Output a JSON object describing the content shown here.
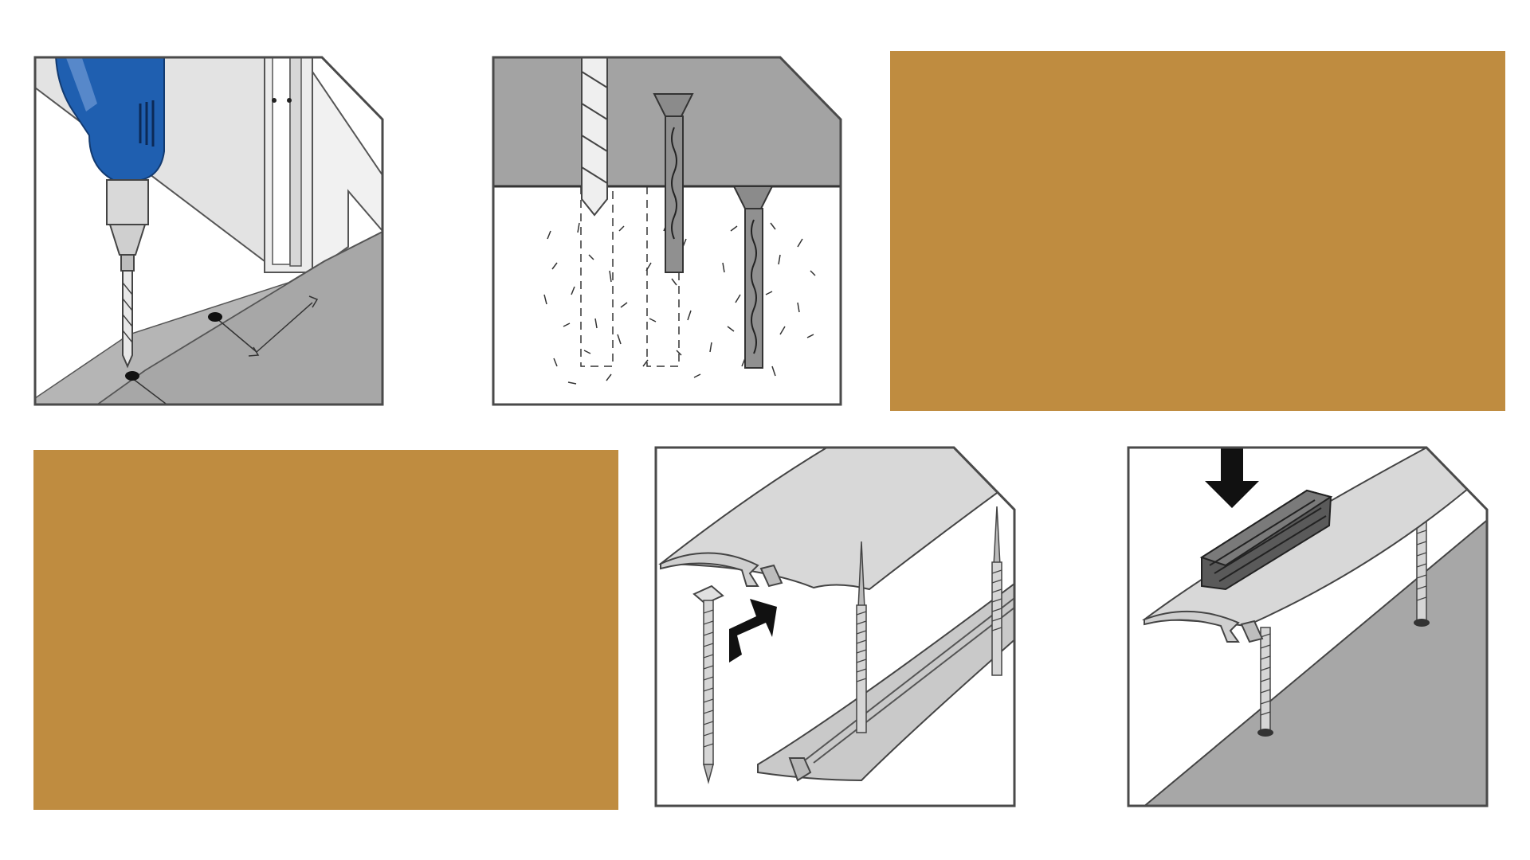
{
  "figure": {
    "colors": {
      "background": "#ffffff",
      "frame": "#4a4a4a",
      "surface_gray": "#a9a9a9",
      "concrete_gray": "#9e9e9e",
      "light_metal": "#dcdcdc",
      "drill_blue": "#1f5fb0",
      "color_swatch": "#bf8c40",
      "arrow": "#111111"
    },
    "panels": [
      {
        "id": "step-drill-holes",
        "icons": [
          "power-drill-icon",
          "door-frame-icon",
          "drill-hole-icon",
          "dimension-arrow-icon"
        ]
      },
      {
        "id": "step-insert-anchors",
        "icons": [
          "drill-bit-icon",
          "wall-plug-icon",
          "concrete-texture-icon"
        ]
      },
      {
        "id": "swatch-1",
        "color": "#bf8c40"
      },
      {
        "id": "swatch-2",
        "color": "#bf8c40"
      },
      {
        "id": "step-attach-profile",
        "icons": [
          "threshold-profile-icon",
          "screw-icon",
          "direction-arrow-icon",
          "base-rail-icon"
        ]
      },
      {
        "id": "step-press-profile",
        "icons": [
          "threshold-profile-icon",
          "wood-block-icon",
          "press-down-arrow-icon",
          "screw-icon"
        ]
      }
    ]
  }
}
